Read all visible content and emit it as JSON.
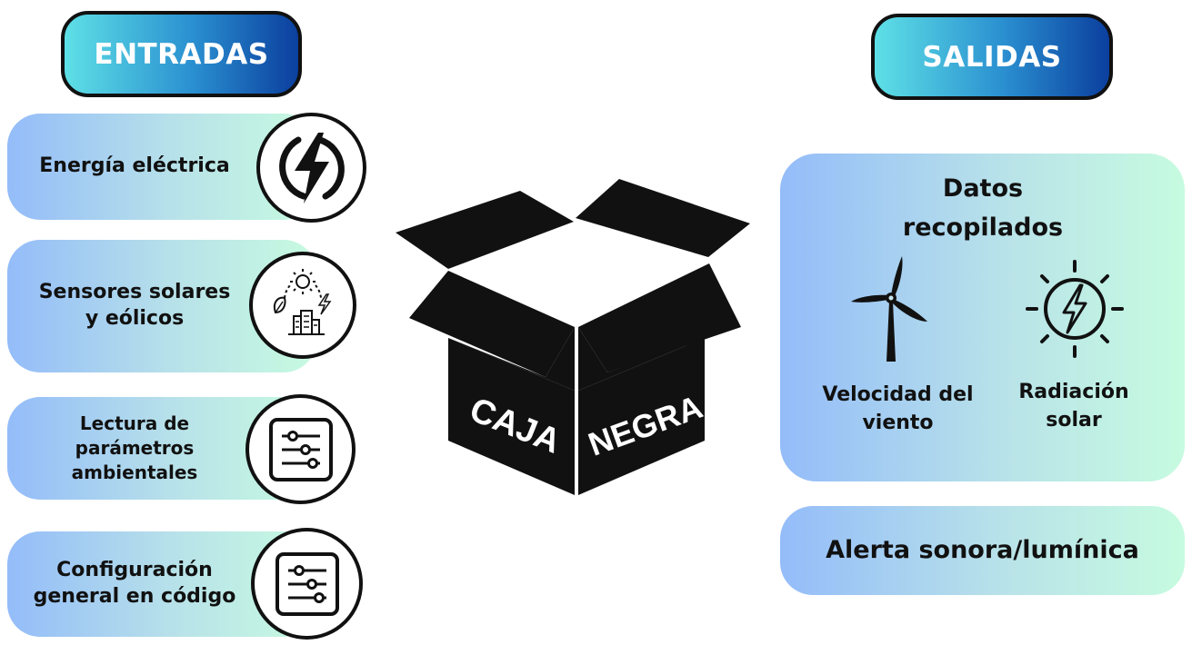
{
  "inputs": {
    "title": "ENTRADAS",
    "items": [
      {
        "label": "Energía eléctrica",
        "icon": "lightning-bolt-icon"
      },
      {
        "label": "Sensores solares\ny eólicos",
        "icon": "eco-city-energy-icon"
      },
      {
        "label": "Lectura de\nparámetros\nambientales",
        "icon": "sliders-panel-icon"
      },
      {
        "label": "Configuración\ngeneral en código",
        "icon": "sliders-panel-icon"
      }
    ]
  },
  "box": {
    "word1": "CAJA",
    "word2": "NEGRA",
    "icon": "open-box-icon"
  },
  "outputs": {
    "title": "SALIDAS",
    "data_card": {
      "title": "Datos\nrecopilados",
      "items": [
        {
          "label": "Velocidad del\nviento",
          "icon": "wind-turbine-icon"
        },
        {
          "label": "Radiación\nsolar",
          "icon": "solar-energy-icon"
        }
      ]
    },
    "alert": {
      "label": "Alerta sonora/lumínica"
    }
  }
}
